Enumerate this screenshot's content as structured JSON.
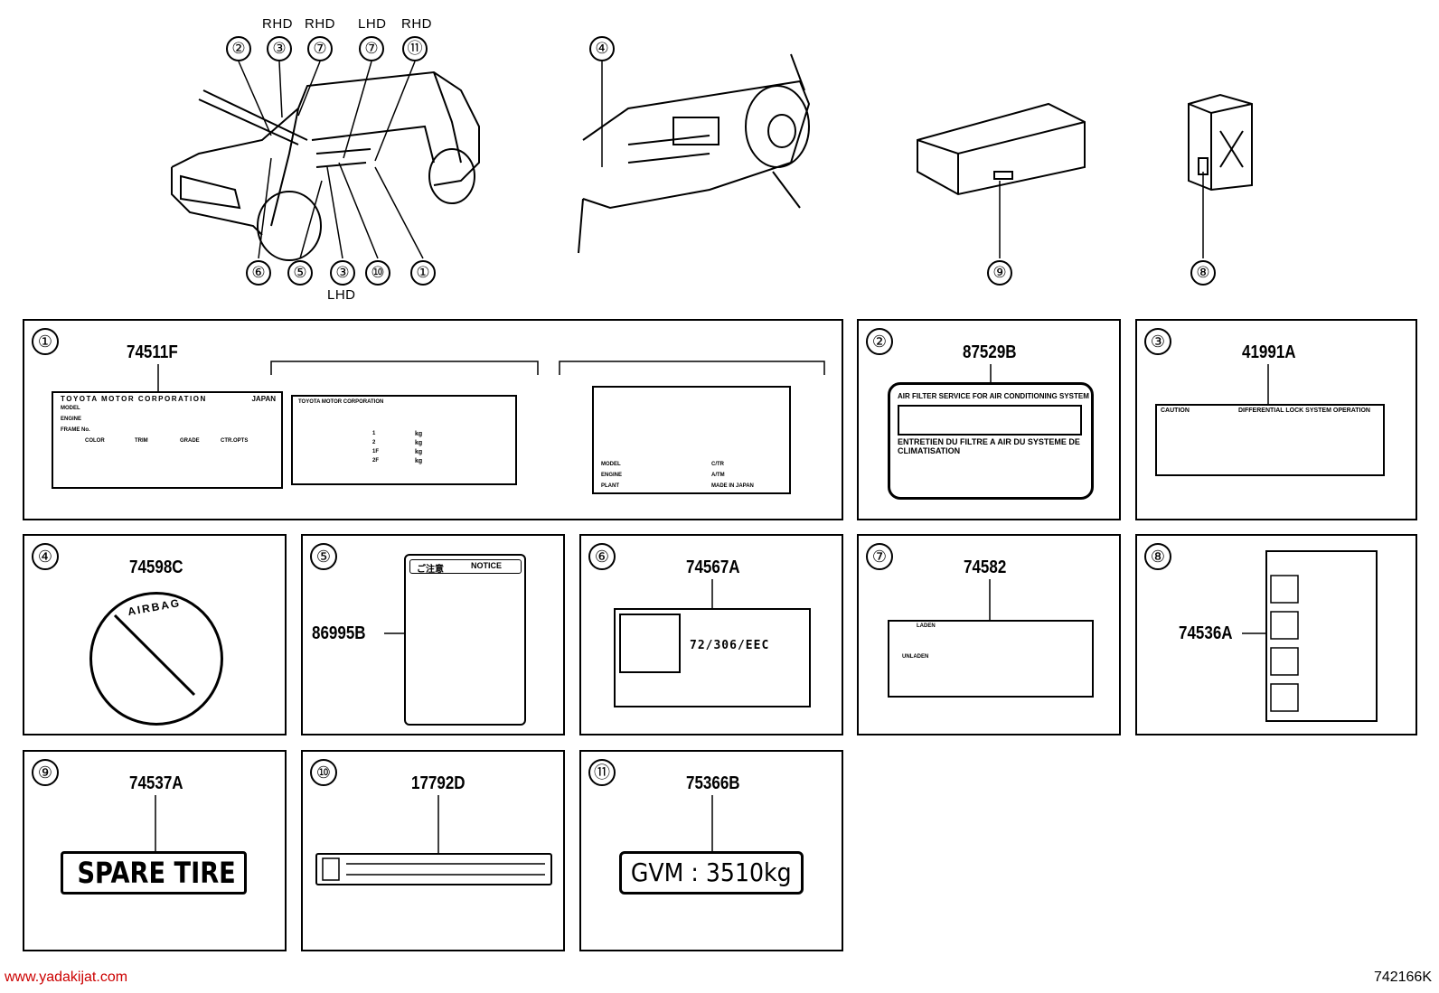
{
  "top": {
    "callouts_car": [
      {
        "num": "②"
      },
      {
        "num": "③",
        "side": "RHD"
      },
      {
        "num": "⑦",
        "side": "RHD"
      },
      {
        "num": "⑦",
        "side": "LHD"
      },
      {
        "num": "⑪",
        "side": "RHD"
      },
      {
        "num": "⑥"
      },
      {
        "num": "⑤"
      },
      {
        "num": "③",
        "side": "LHD"
      },
      {
        "num": "⑩"
      },
      {
        "num": "①"
      }
    ],
    "callout_dash": "④",
    "callout_ac": "⑨",
    "callout_box": "⑧"
  },
  "panels": [
    {
      "num": "①",
      "part": "74511F",
      "plate_a": {
        "header": "TOYOTA MOTOR CORPORATION",
        "badge": "JAPAN",
        "rows": [
          "MODEL",
          "ENGINE",
          "FRAME No."
        ],
        "cols": [
          "COLOR",
          "TRIM",
          "GRADE",
          "CTR.OPTS"
        ]
      },
      "plate_b": {
        "header": "TOYOTA MOTOR CORPORATION",
        "units": [
          "kg",
          "kg",
          "kg",
          "kg"
        ],
        "axles": [
          "1",
          "2",
          "1F",
          "2F"
        ]
      },
      "plate_c": {
        "rows": [
          "MODEL",
          "ENGINE",
          "PLANT"
        ],
        "right": [
          "C/TR",
          "A/TM",
          "MADE IN JAPAN"
        ]
      }
    },
    {
      "num": "②",
      "part": "87529B",
      "en": "AIR FILTER SERVICE FOR AIR CONDITIONING SYSTEM",
      "fr": "ENTRETIEN DU FILTRE A AIR DU SYSTEME DE CLIMATISATION"
    },
    {
      "num": "③",
      "part": "41991A",
      "caution": "CAUTION",
      "title": "DIFFERENTIAL LOCK SYSTEM OPERATION"
    },
    {
      "num": "④",
      "part": "74598C",
      "text": "AIRBAG"
    },
    {
      "num": "⑤",
      "part": "86995B",
      "head_jp": "ご注意",
      "head_en": "NOTICE"
    },
    {
      "num": "⑥",
      "part": "74567A",
      "code": "72/306/EEC"
    },
    {
      "num": "⑦",
      "part": "74582",
      "laden": "LADEN",
      "unladen": "UNLADEN"
    },
    {
      "num": "⑧",
      "part": "74536A"
    },
    {
      "num": "⑨",
      "part": "74537A",
      "text": "SPARE TIRE"
    },
    {
      "num": "⑩",
      "part": "17792D"
    },
    {
      "num": "⑪",
      "part": "75366B",
      "text": "GVM : 3510kg"
    }
  ],
  "footer": {
    "website": "www.yadakijat.com",
    "code": "742166K"
  }
}
